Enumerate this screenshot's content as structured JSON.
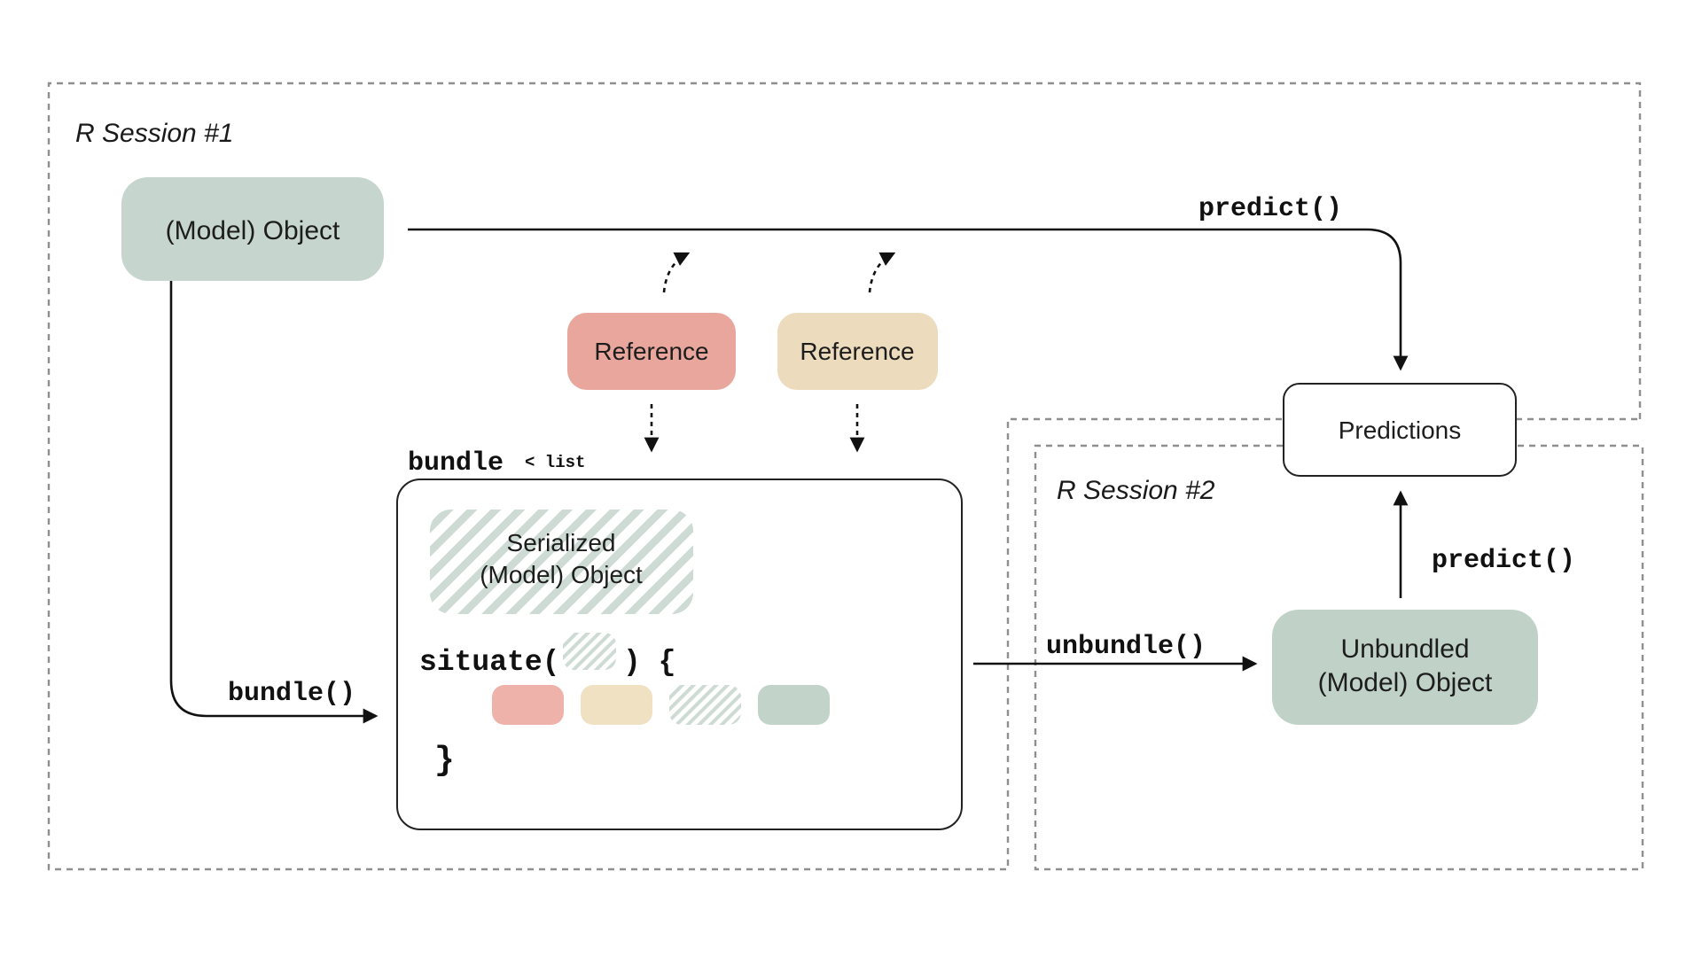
{
  "diagram": {
    "session1": {
      "label": "R Session #1"
    },
    "session2": {
      "label": "R Session #2"
    },
    "model_object": {
      "label": "(Model) Object"
    },
    "predict_top": {
      "label": "predict()"
    },
    "predict_right": {
      "label": "predict()"
    },
    "reference_red": {
      "label": "Reference"
    },
    "reference_tan": {
      "label": "Reference"
    },
    "bundle_title": {
      "main": "bundle",
      "suffix": "< list"
    },
    "serialized_object": {
      "line1": "Serialized",
      "line2": "(Model) Object"
    },
    "situate": {
      "prefix": "situate(",
      "suffix": ") {",
      "close_brace": "}"
    },
    "bundle_fn": {
      "label": "bundle()"
    },
    "unbundle_fn": {
      "label": "unbundle()"
    },
    "unbundled_object": {
      "line1": "Unbundled",
      "line2": "(Model) Object"
    },
    "predictions": {
      "label": "Predictions"
    }
  },
  "colors": {
    "sage_box": "#c6d5cd",
    "sage_unbundled": "#c0d1c8",
    "sage_chip": "#c2d3ca",
    "hatch_stripe": "#cedbd4",
    "red_box": "#e8a69d",
    "red_chip": "#eeb2aa",
    "tan_box": "#ecdcbd",
    "tan_chip": "#f0e1c3",
    "dash_gray": "#8f8f8f"
  }
}
